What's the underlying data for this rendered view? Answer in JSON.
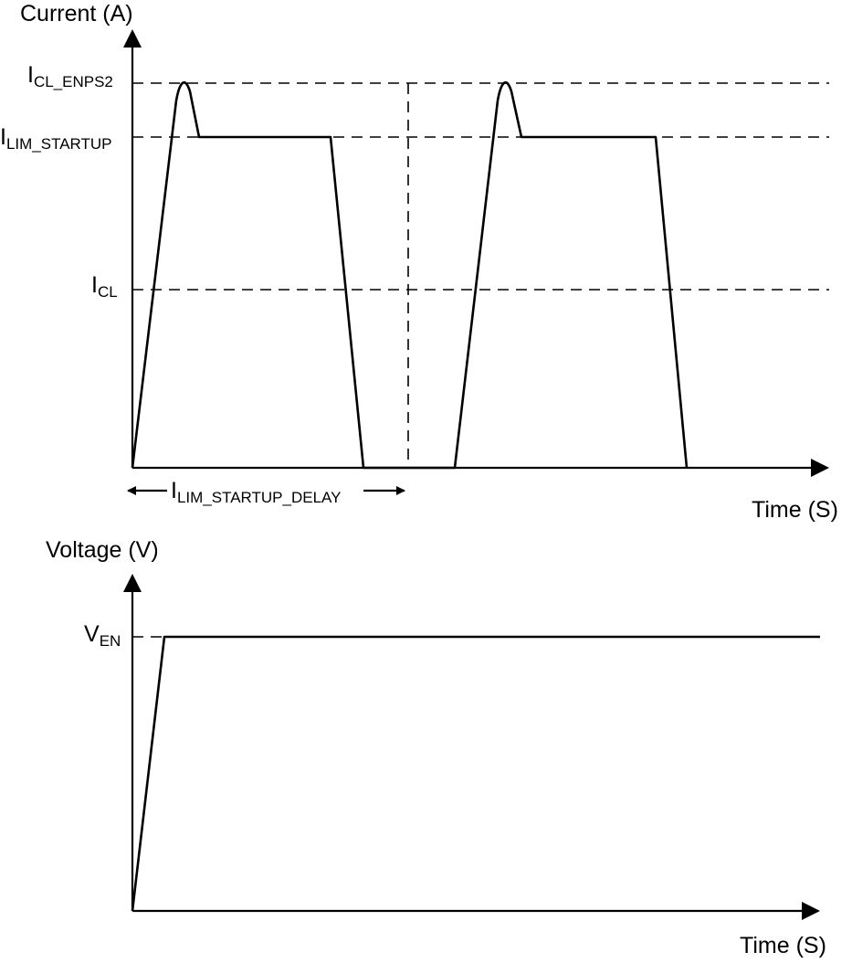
{
  "current_chart": {
    "y_axis_label": "Current (A)",
    "x_axis_label": "Time (S)",
    "levels": {
      "icl_enps2": {
        "main": "I",
        "sub": "CL_ENPS2"
      },
      "ilim_startup": {
        "main": "I",
        "sub": "LIM_STARTUP"
      },
      "icl": {
        "main": "I",
        "sub": "CL"
      }
    },
    "delay_label": {
      "main": "I",
      "sub": "LIM_STARTUP_DELAY"
    }
  },
  "voltage_chart": {
    "y_axis_label": "Voltage (V)",
    "x_axis_label": "Time (S)",
    "levels": {
      "ven": {
        "main": "V",
        "sub": "EN"
      }
    }
  }
}
